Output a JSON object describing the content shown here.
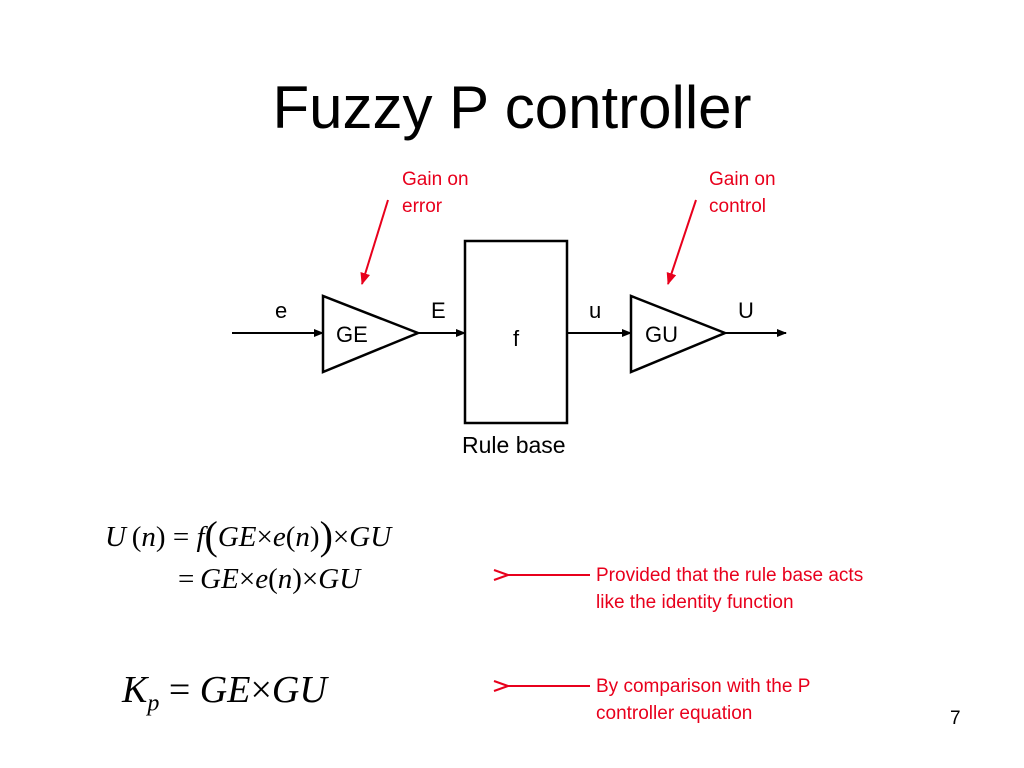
{
  "title": "Fuzzy P controller",
  "annotations": {
    "gain_on_error": [
      "Gain on",
      "error"
    ],
    "gain_on_control": [
      "Gain on",
      "control"
    ]
  },
  "diagram": {
    "input_signal": "e",
    "ge_block": "GE",
    "scaled_error": "E",
    "rule_block": "f",
    "rule_block_caption": "Rule base",
    "control_signal": "u",
    "gu_block": "GU",
    "output_signal": "U"
  },
  "equations": {
    "eq1": {
      "lhs": "U",
      "n": "n",
      "f": "f",
      "ge": "GE",
      "e": "e",
      "gu": "GU"
    },
    "eq2": {
      "ge": "GE",
      "e": "e",
      "n": "n",
      "gu": "GU"
    },
    "eq3": {
      "k": "K",
      "sub": "p",
      "ge": "GE",
      "gu": "GU"
    }
  },
  "notes": {
    "identity": [
      "Provided that the rule base acts",
      "like the identity function"
    ],
    "comparison": [
      "By comparison with the P",
      "controller equation"
    ]
  },
  "page_number": "7",
  "colors": {
    "accent": "#e8001c",
    "ink": "#000000"
  }
}
